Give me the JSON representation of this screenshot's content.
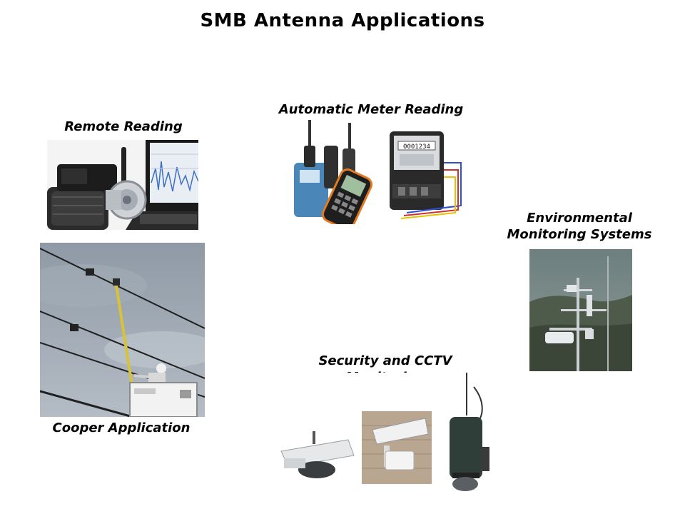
{
  "slide": {
    "title": "SMB Antenna Applications"
  },
  "captions": {
    "remote_reading": "Remote Reading",
    "automatic_meter_reading": "Automatic Meter Reading",
    "environmental_line1": "Environmental",
    "environmental_line2": "Monitoring Systems",
    "cooper_application": "Cooper Application",
    "security_line1": "Security and CCTV",
    "security_line2": "Monitoring"
  },
  "meter_display": {
    "reading": "0001234"
  }
}
